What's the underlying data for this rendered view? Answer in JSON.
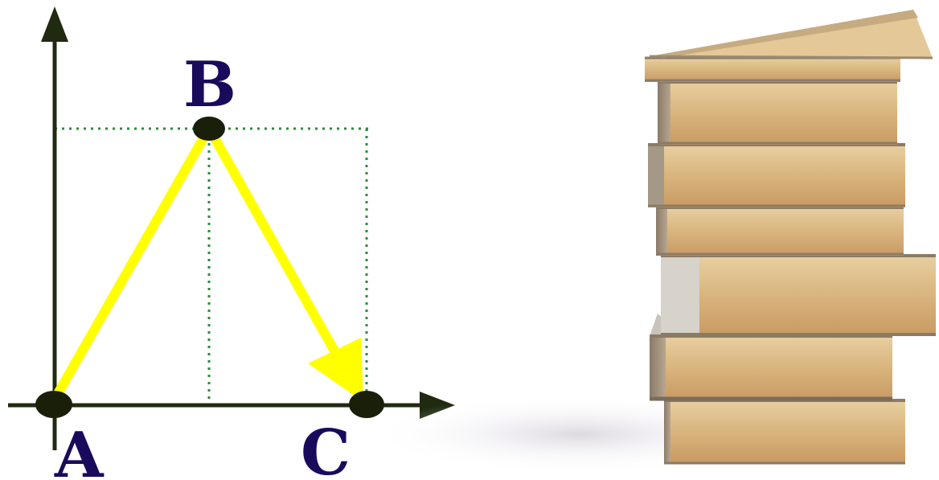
{
  "diagram": {
    "points": {
      "a": {
        "label": "A"
      },
      "b": {
        "label": "B"
      },
      "c": {
        "label": "C"
      }
    },
    "colors": {
      "axis": "#1f2a10",
      "vector": "#ffff00",
      "guide": "#2e8b3e",
      "point": "#1a1f0a",
      "label": "#1a0a5c"
    }
  },
  "photo": {
    "icon": "stack-of-books",
    "book_count": 8
  }
}
